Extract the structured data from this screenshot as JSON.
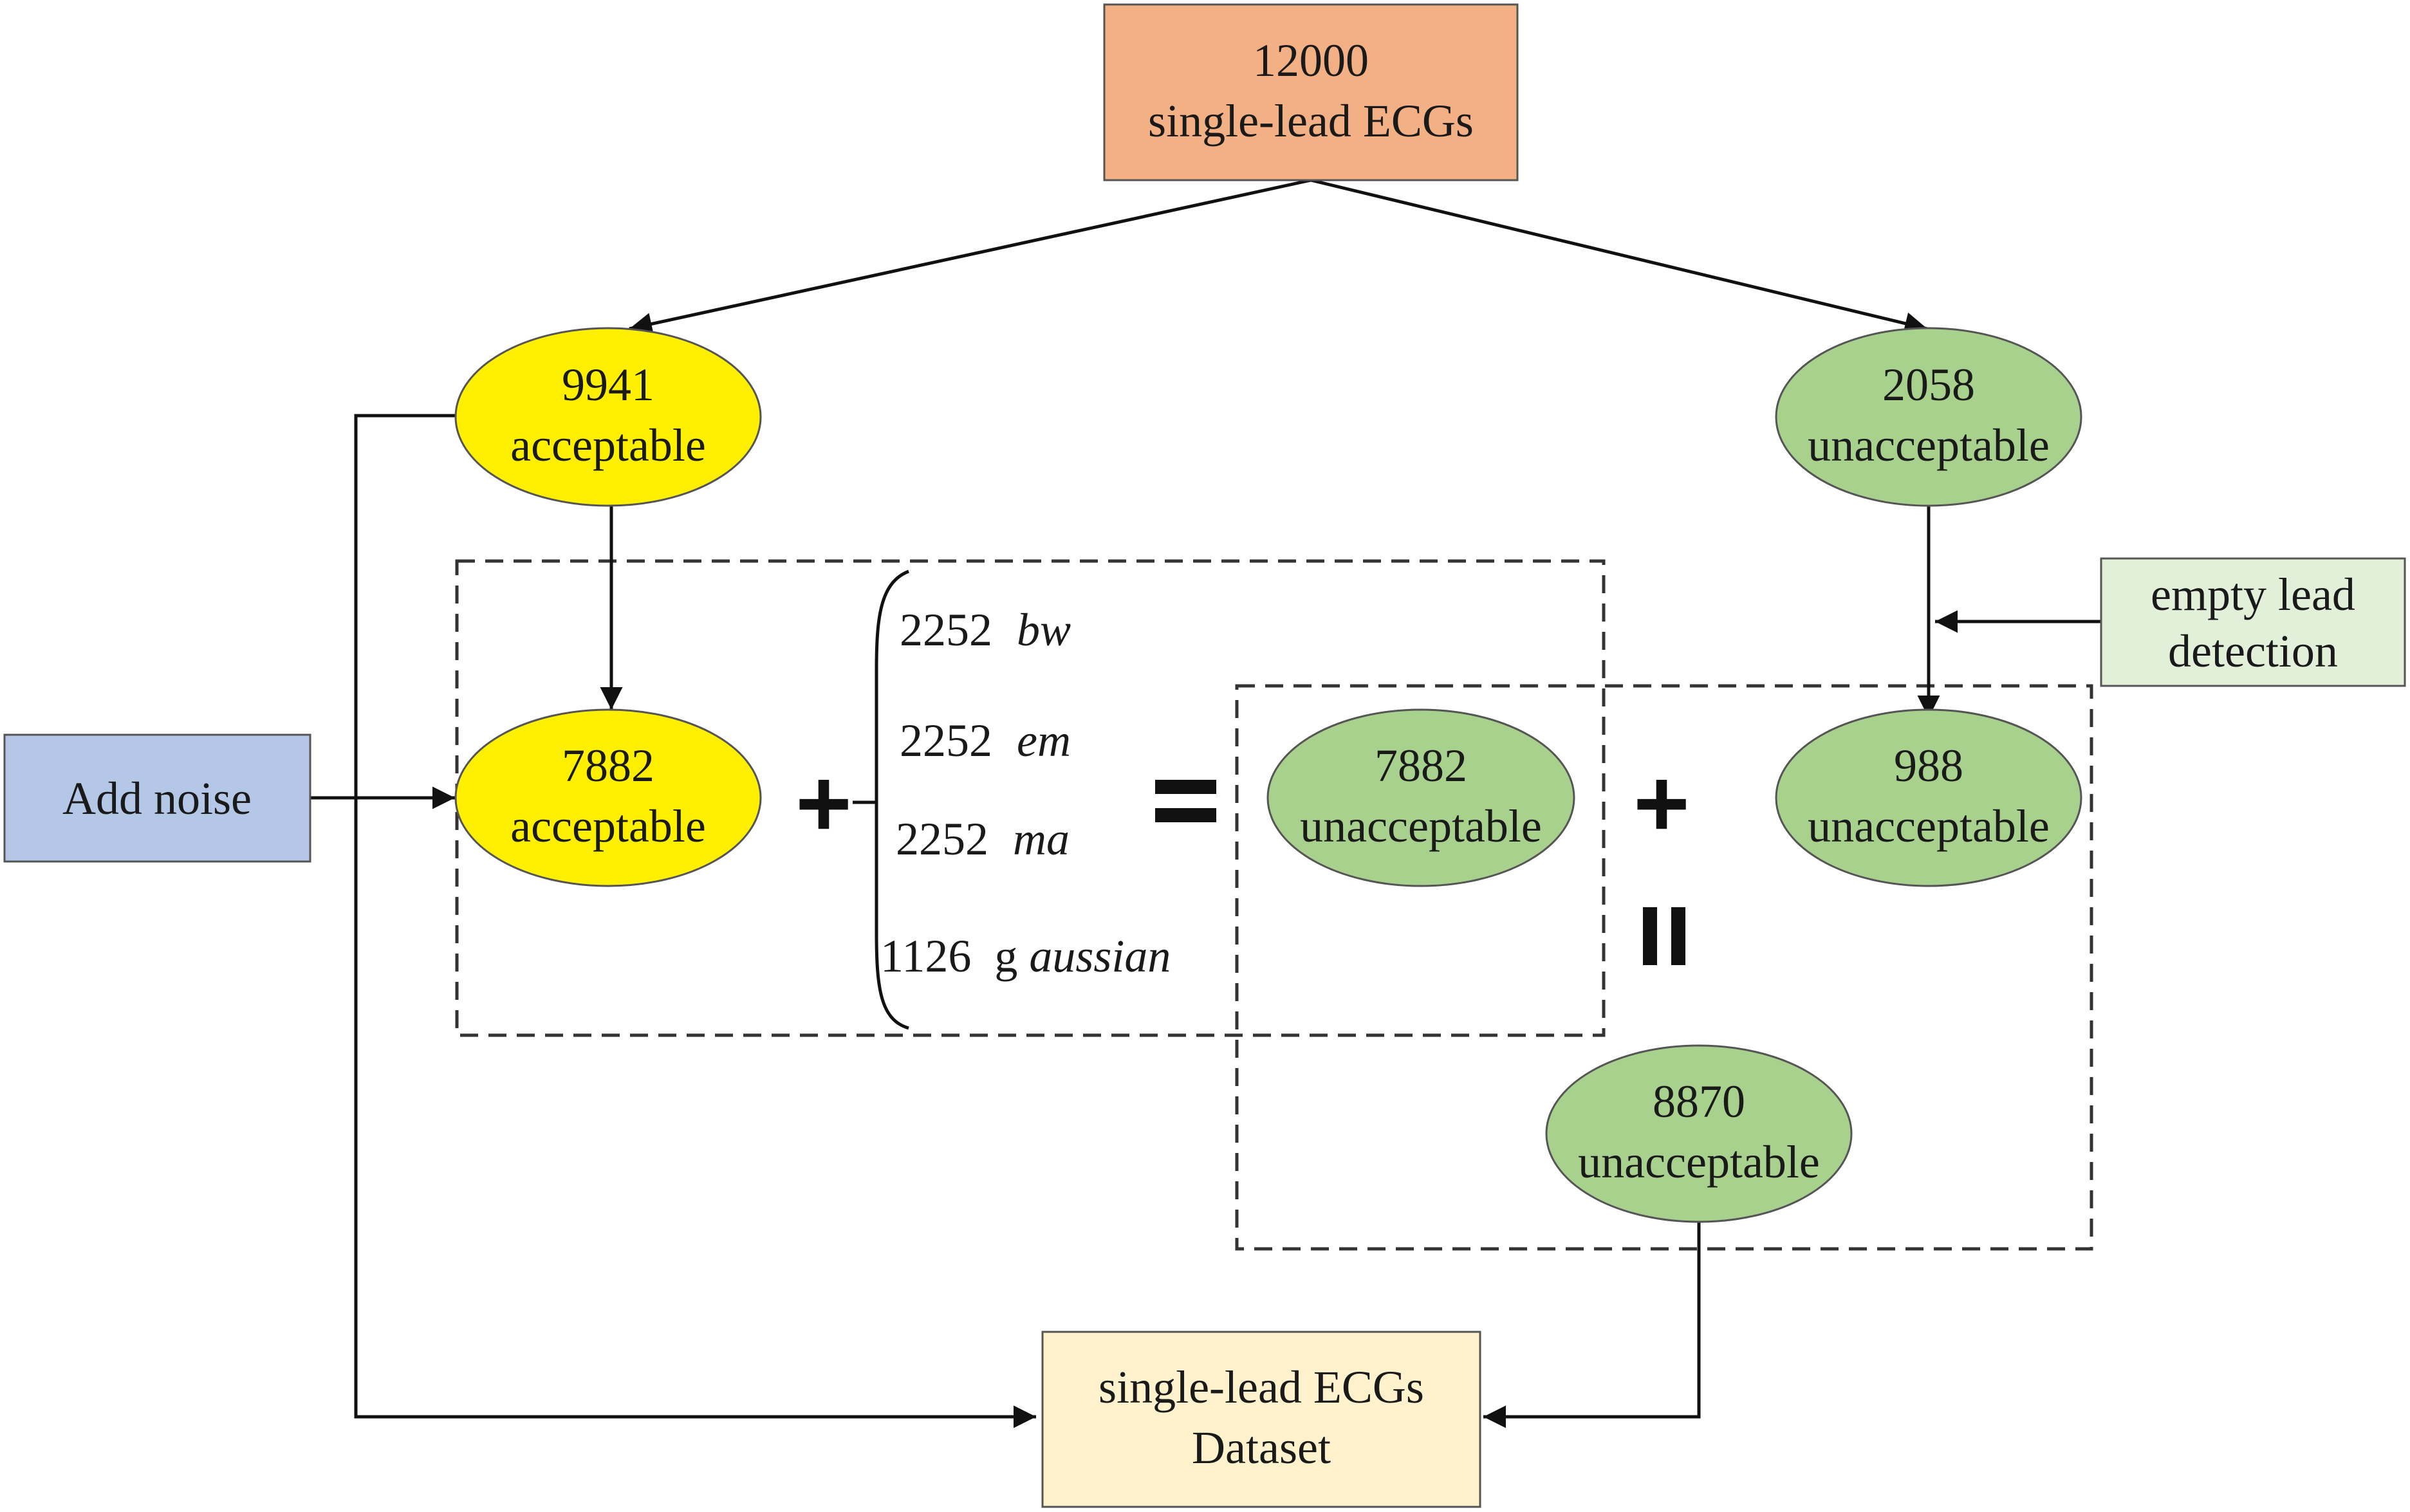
{
  "colors": {
    "source_box": "#f2b084",
    "acceptable": "#ffef00",
    "unacceptable": "#a9d18e",
    "add_noise_box": "#b4c7e7",
    "empty_lead_box": "#e2f0d9",
    "dataset_box": "#fff2cc",
    "line": "#111111"
  },
  "nodes": {
    "source": {
      "line1": "12000",
      "line2": "single-lead ECGs"
    },
    "acceptable_top": {
      "line1": "9941",
      "line2": "acceptable"
    },
    "unacceptable_top": {
      "line1": "2058",
      "line2": "unacceptable"
    },
    "acceptable_mid": {
      "line1": "7882",
      "line2": "acceptable"
    },
    "unacceptable_mid": {
      "line1": "7882",
      "line2": "unacceptable"
    },
    "unacceptable_right": {
      "line1": "988",
      "line2": "unacceptable"
    },
    "unacceptable_total": {
      "line1": "8870",
      "line2": "unacceptable"
    },
    "add_noise": {
      "label": "Add noise"
    },
    "empty_lead": {
      "line1": "empty lead",
      "line2": "detection"
    },
    "dataset": {
      "line1": "single-lead ECGs",
      "line2": "Dataset"
    }
  },
  "noise_types": [
    {
      "count": "2252",
      "name": "bw"
    },
    {
      "count": "2252",
      "name": "em"
    },
    {
      "count": "2252",
      "name": "ma"
    },
    {
      "count": "1126",
      "prefix": "g",
      "name": "aussian"
    }
  ],
  "operators": {
    "plus_left": "+",
    "equals": "=",
    "plus_right": "+",
    "equals_vertical": "="
  }
}
